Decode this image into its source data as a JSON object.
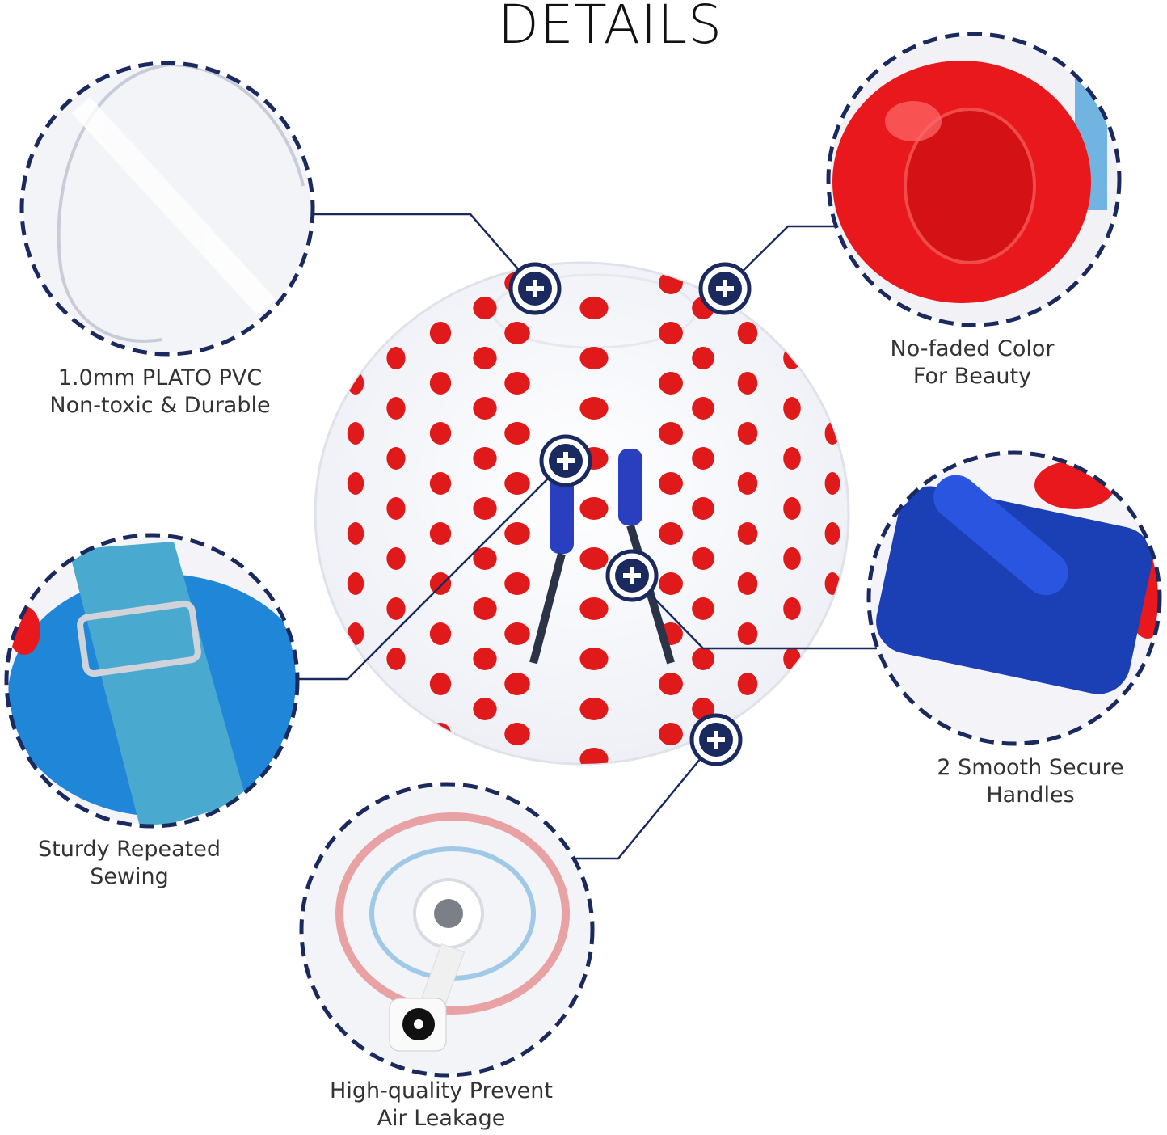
{
  "title": "DETAILS",
  "colors": {
    "navy": "#1b2a5e",
    "red": "#e01a1a",
    "blue": "#2a3fc0",
    "sky": "#3a9ad9"
  },
  "features": [
    {
      "id": "pvc",
      "line1": "1.0mm PLATO PVC",
      "line2": "Non-toxic & Durable"
    },
    {
      "id": "color",
      "line1": "No-faded Color",
      "line2": "For Beauty"
    },
    {
      "id": "handles",
      "line1": "2 Smooth Secure",
      "line2": "Handles"
    },
    {
      "id": "sewing",
      "line1": "Sturdy Repeated",
      "line2": "Sewing"
    },
    {
      "id": "valve",
      "line1": "High-quality Prevent",
      "line2": "Air Leakage"
    }
  ]
}
